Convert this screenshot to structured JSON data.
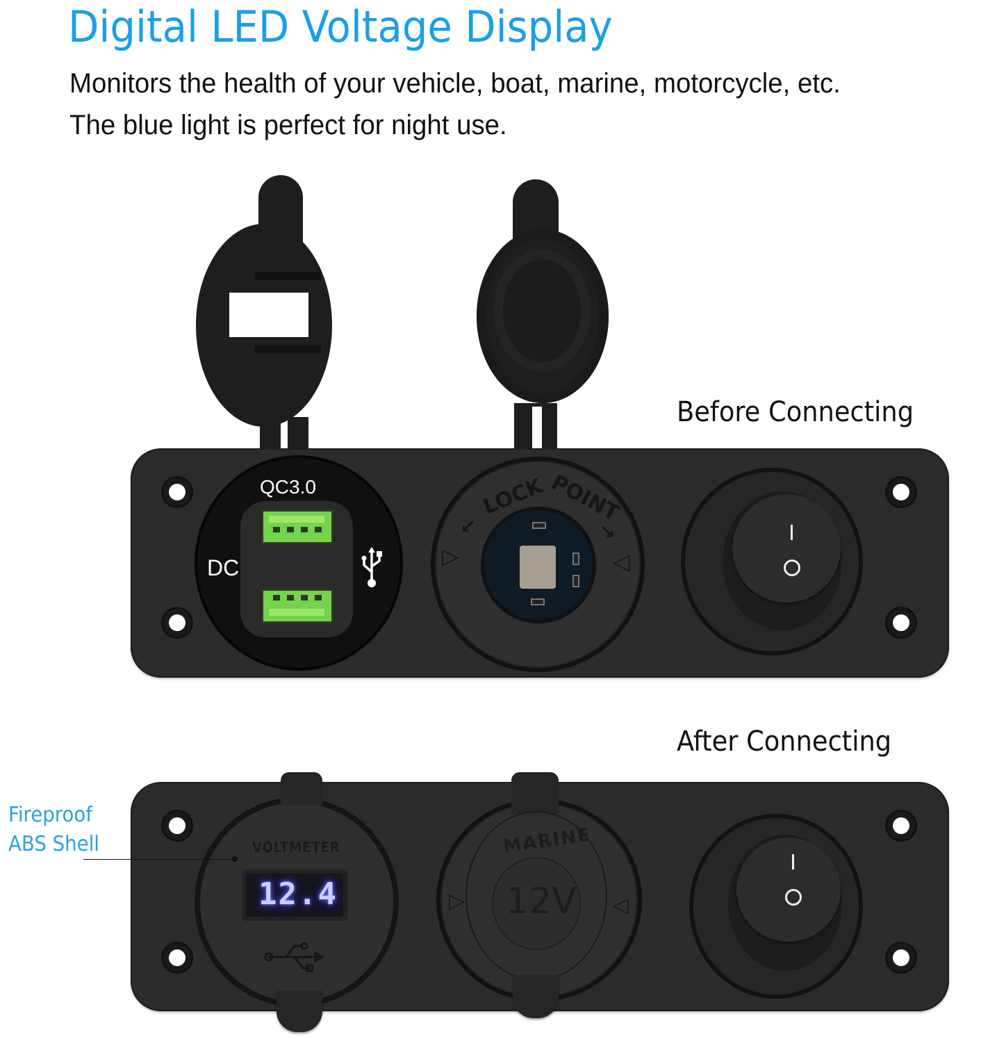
{
  "header": {
    "title": "Digital LED Voltage Display",
    "description_lines": [
      "Monitors the health of your vehicle, boat, marine, motorcycle, etc.",
      "The blue light is perfect for night use."
    ],
    "title_color": "#1b9fe6"
  },
  "panels": {
    "before": {
      "label": "Before Connecting",
      "usb_charger": {
        "top_label": "QC3.0",
        "left_label": "DC",
        "icon": "usb-trident-icon",
        "port_color": "#75d34e",
        "port_count": 2
      },
      "lighter_socket": {
        "ring_text_left": "LOCK",
        "ring_text_right": "POINT",
        "arrow_left": "↙",
        "arrow_right": "↘",
        "triangle": "▷",
        "triangle_right": "◁"
      },
      "rocker_switch": {
        "on_symbol": "I",
        "off_symbol": "O"
      }
    },
    "after": {
      "label": "After Connecting",
      "voltmeter": {
        "label": "VOLTMETER",
        "reading": "12.4",
        "digit_color": "#6a6cff",
        "icon": "usb-icon"
      },
      "lighter_cap": {
        "arc_text": "MARINE",
        "center_text": "12V"
      },
      "rocker_switch": {
        "on_symbol": "I",
        "off_symbol": "O"
      }
    }
  },
  "callout": {
    "lines": [
      "Fireproof",
      "ABS Shell"
    ],
    "color": "#2aa4dc"
  }
}
